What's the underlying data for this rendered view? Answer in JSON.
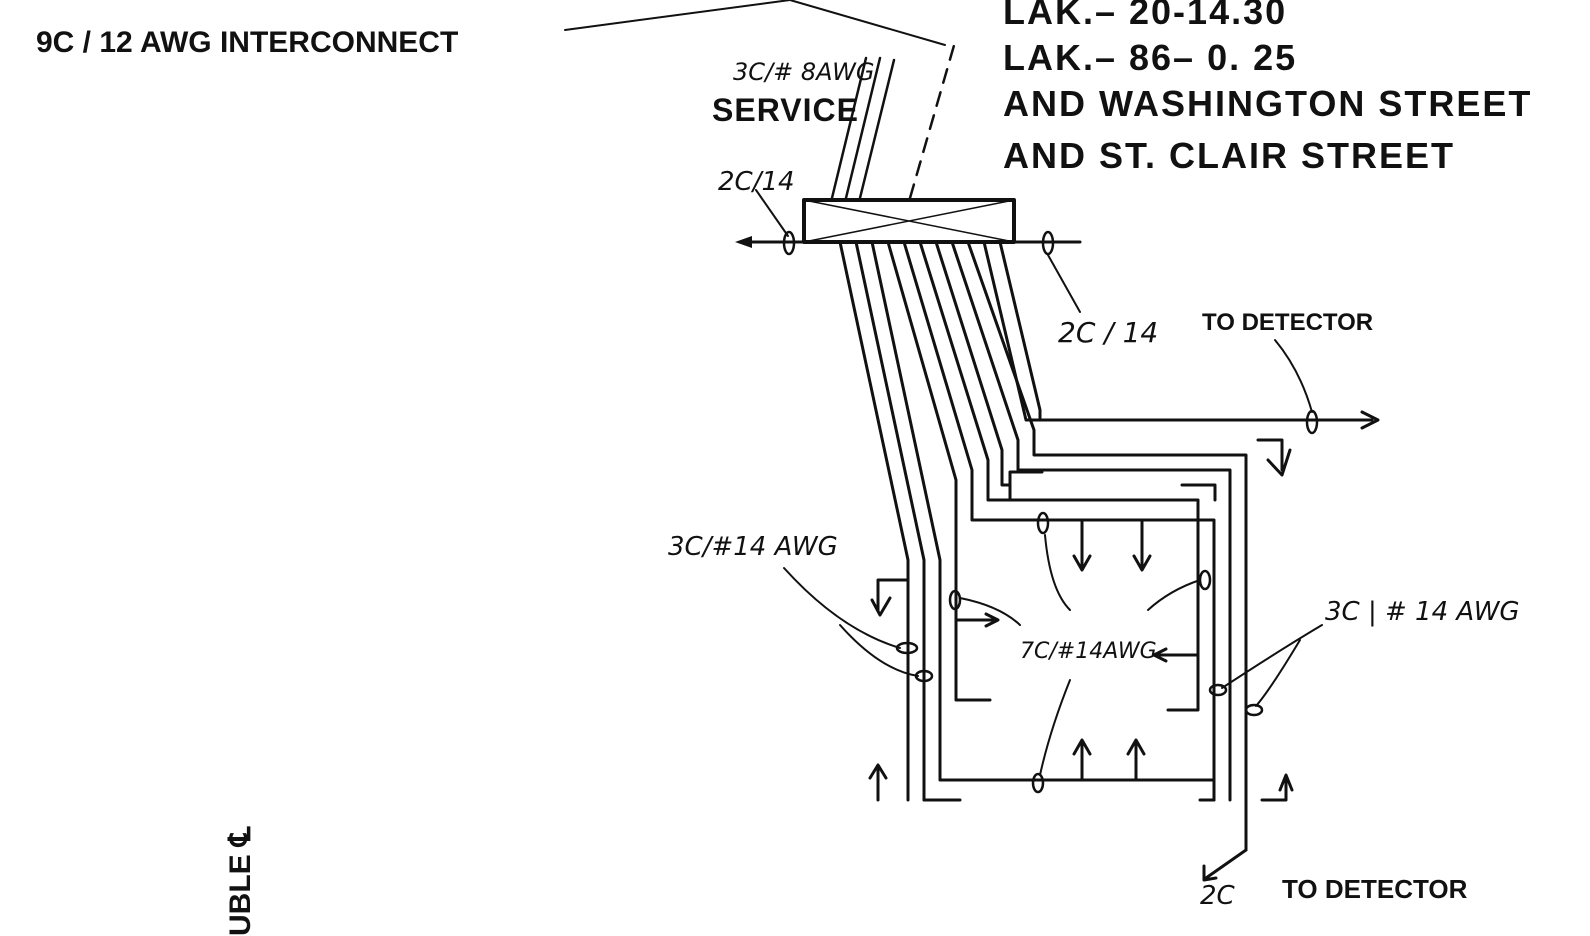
{
  "title_block": {
    "line1": "LAK.– 20-14.30",
    "line2": "LAK.– 86– 0. 25",
    "line3": "AND WASHINGTON STREET",
    "line4": "AND ST. CLAIR STREET"
  },
  "labels": {
    "interconnect": "9C / 12 AWG INTERCONNECT",
    "service_cable": "3C/# 8AWG",
    "service": "SERVICE",
    "cable_2c14_left": "2C/14",
    "cable_2c14_right": "2C / 14",
    "to_detector_right": "TO DETECTOR",
    "cable_3c14_left": "3C/#14 AWG",
    "cable_7c14": "7C/#14AWG",
    "cable_3c14_right": "3C | # 14 AWG",
    "cable_2c_bottom": "2C",
    "to_detector_bottom": "TO DETECTOR",
    "double_cl": "UBLE ℄"
  },
  "colors": {
    "ink": "#111111",
    "paper": "#ffffff"
  }
}
